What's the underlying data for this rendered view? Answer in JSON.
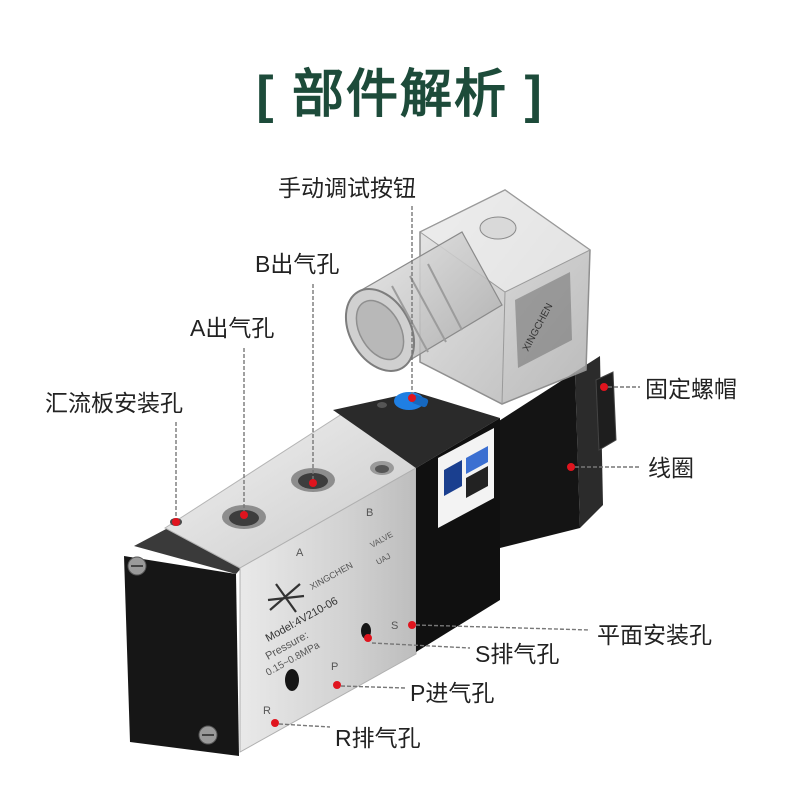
{
  "title": "[ 部件解析 ]",
  "callouts": {
    "manual_button": "手动调试按钮",
    "b_port": "B出气孔",
    "a_port": "A出气孔",
    "manifold_hole": "汇流板安装孔",
    "fixing_nut": "固定螺帽",
    "coil": "线圈",
    "flat_mount_hole": "平面安装孔",
    "s_exhaust": "S排气孔",
    "p_inlet": "P进气孔",
    "r_exhaust": "R排气孔"
  },
  "valve_markings": {
    "brand": "XINGCHEN",
    "valve": "VALVE",
    "code": "UAJ",
    "model": "Model:4V210-06",
    "pressure_label": "Pressure:",
    "pressure_range": "0.15~0.8MPa",
    "port_a": "A",
    "port_b": "B",
    "port_s": "S",
    "port_p": "P",
    "port_r": "R",
    "coil_brand": "XINGCHEN"
  },
  "colors": {
    "title": "#1d4b3a",
    "dot": "#e0141e",
    "knob": "#1f7fe3"
  }
}
